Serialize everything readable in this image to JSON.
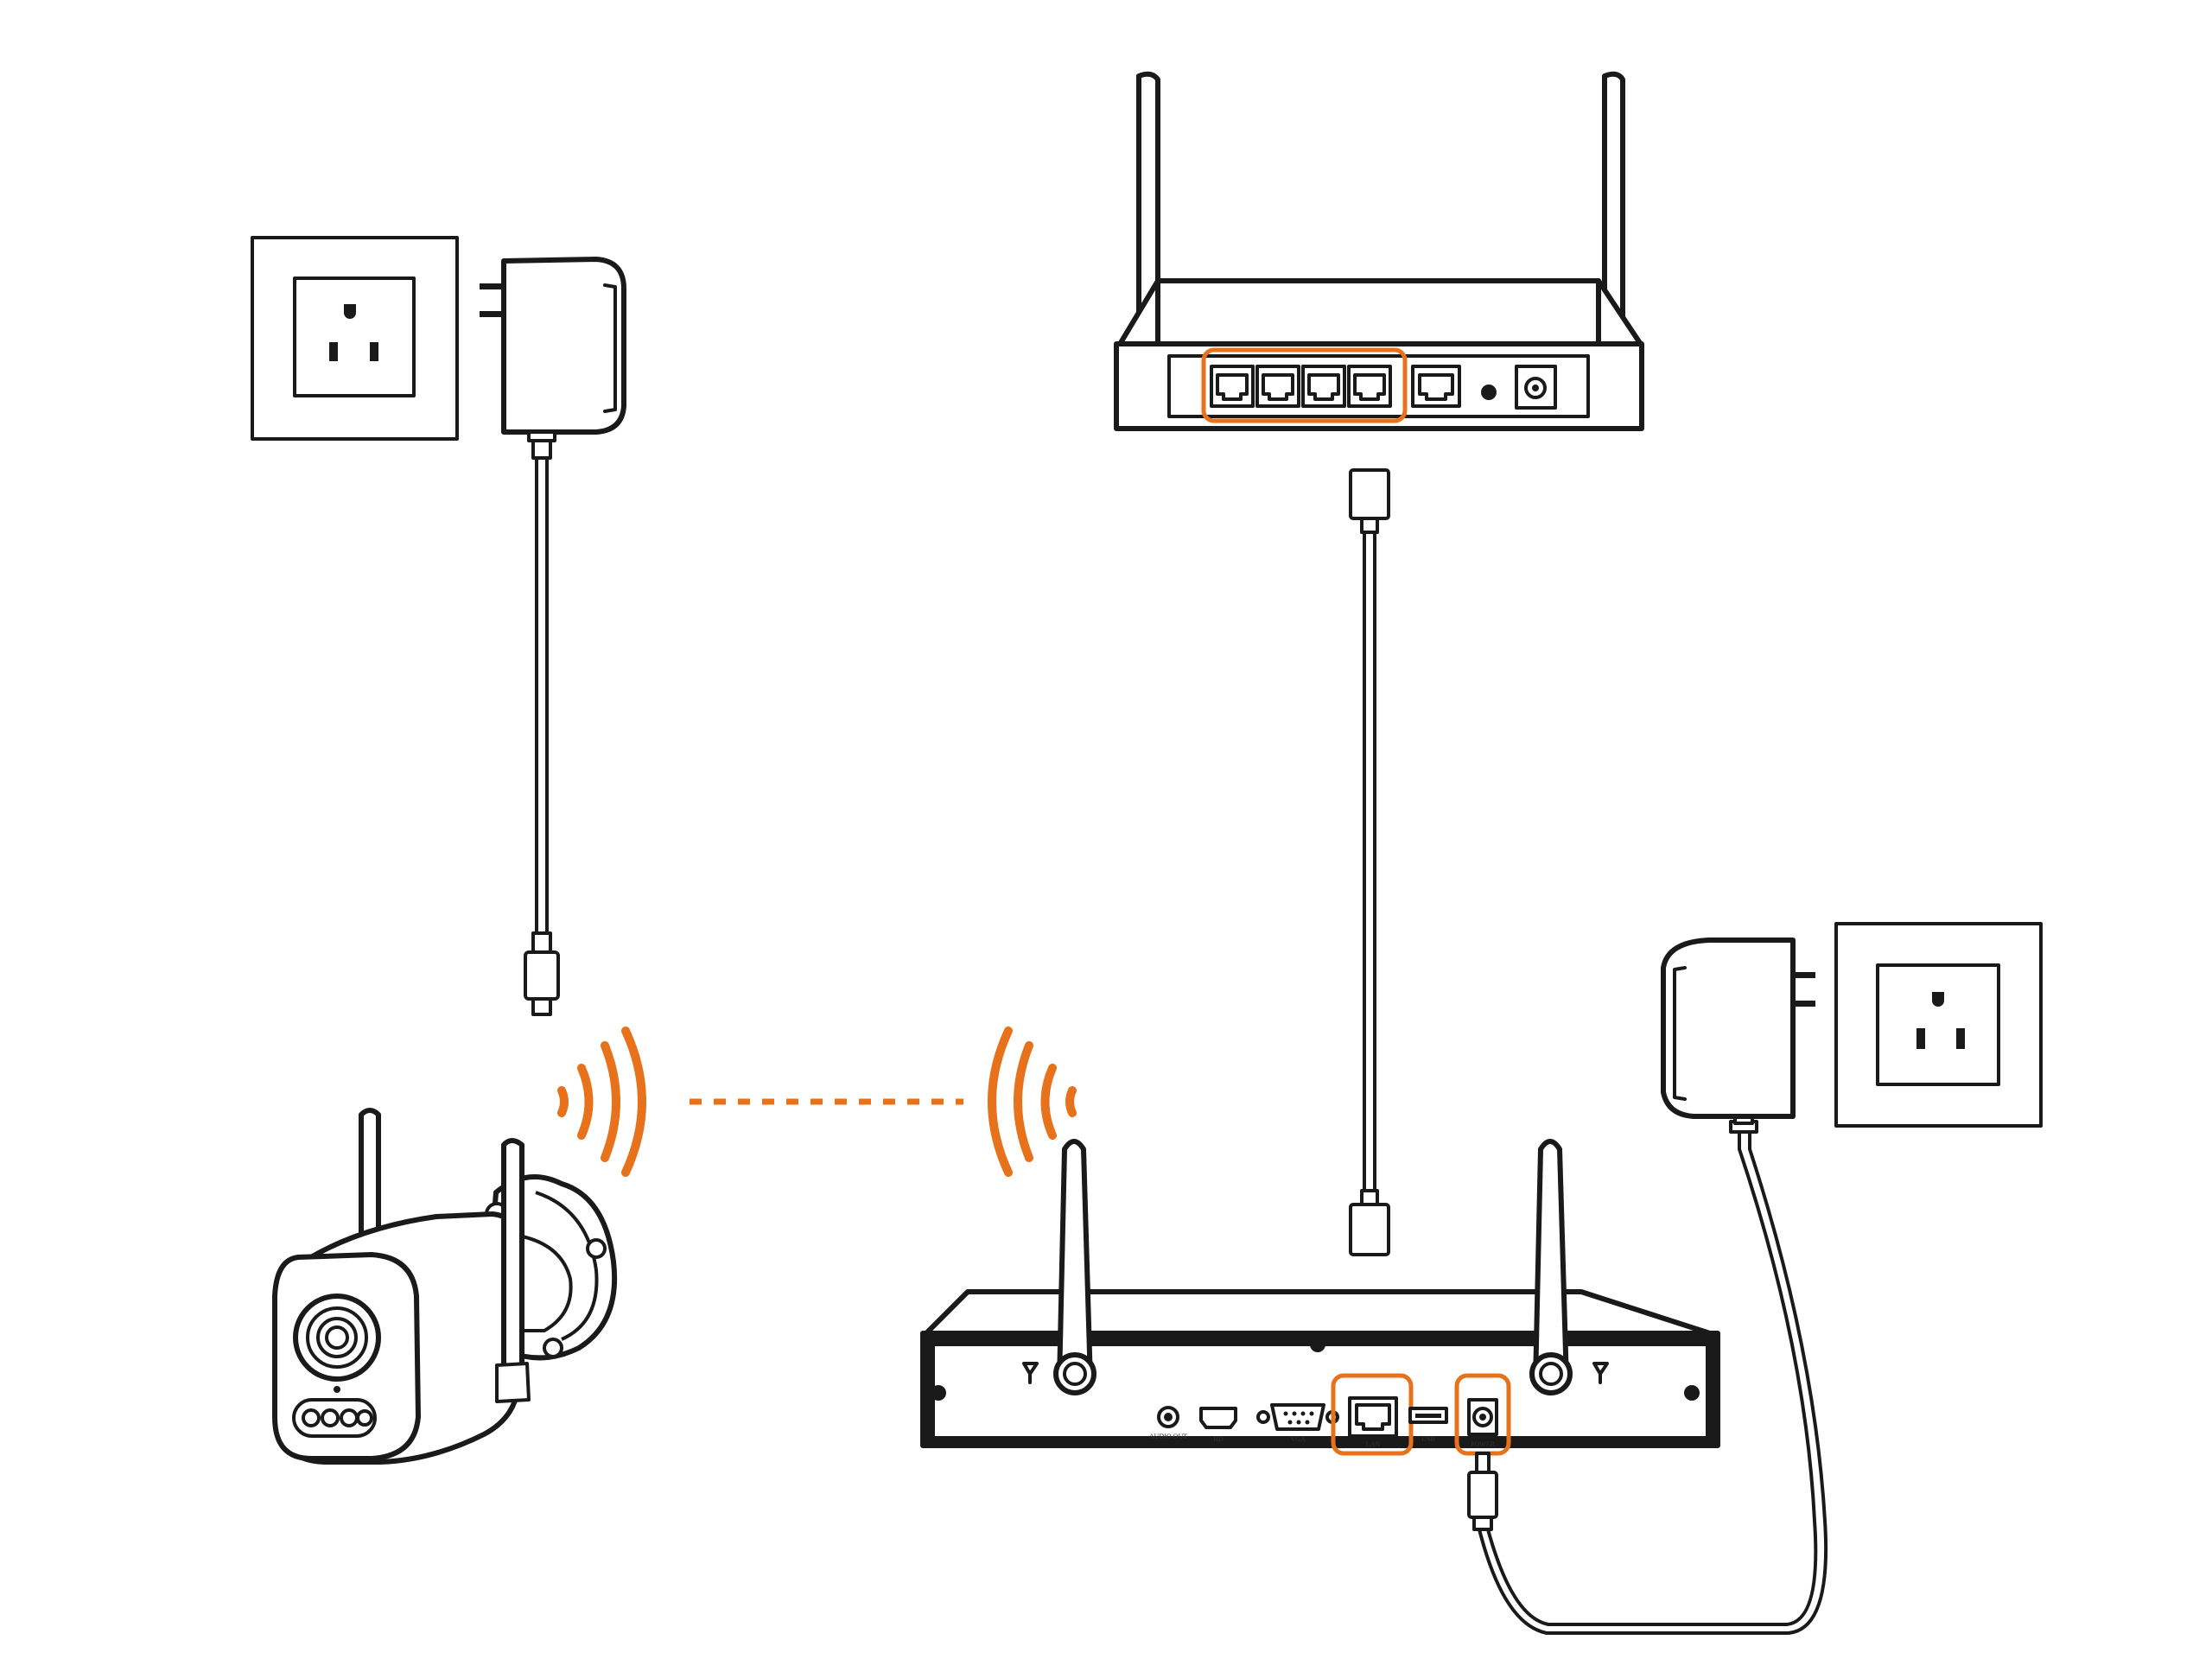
{
  "colors": {
    "line": "#1a1a1a",
    "highlight": "#e8721c",
    "background": "#ffffff"
  },
  "nvr_port_labels": {
    "audio_out": "AUDIO OUT",
    "hdmi": "HD",
    "vga": "VGA",
    "lan": "LAN",
    "usb": "USB",
    "power": "POWER"
  },
  "icons": [
    "wall-outlet-icon",
    "power-adapter-icon",
    "router-icon",
    "nvr-icon",
    "ip-camera-icon",
    "wireless-signal-icon",
    "ethernet-connector-icon",
    "antenna-symbol-icon"
  ]
}
